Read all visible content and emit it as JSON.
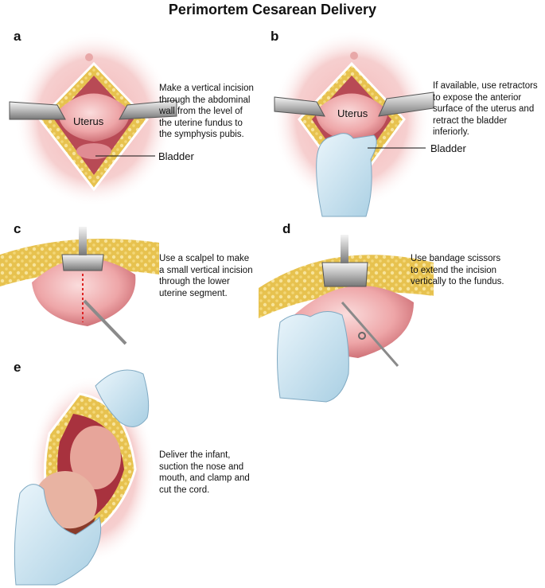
{
  "title": "Perimortem Cesarean Delivery",
  "panels": [
    {
      "letter": "a",
      "caption": "Make a vertical incision\nthrough the abdominal\nwall from the level of\nthe uterine fundus to\nthe symphysis pubis.",
      "uterus_label": "Uterus",
      "bladder_label": "Bladder"
    },
    {
      "letter": "b",
      "caption": "If available, use retractors\nto expose the anterior\nsurface of the uterus and\nretract the bladder inferiorly.",
      "uterus_label": "Uterus",
      "bladder_label": "Bladder"
    },
    {
      "letter": "c",
      "caption": "Use a scalpel to make\na small vertical incision\nthrough the lower\nuterine segment."
    },
    {
      "letter": "d",
      "caption": "Use bandage scissors\nto extend the incision\nvertically to the fundus."
    },
    {
      "letter": "e",
      "caption": "Deliver the infant,\nsuction the nose and\nmouth, and clamp and\ncut the cord."
    }
  ]
}
